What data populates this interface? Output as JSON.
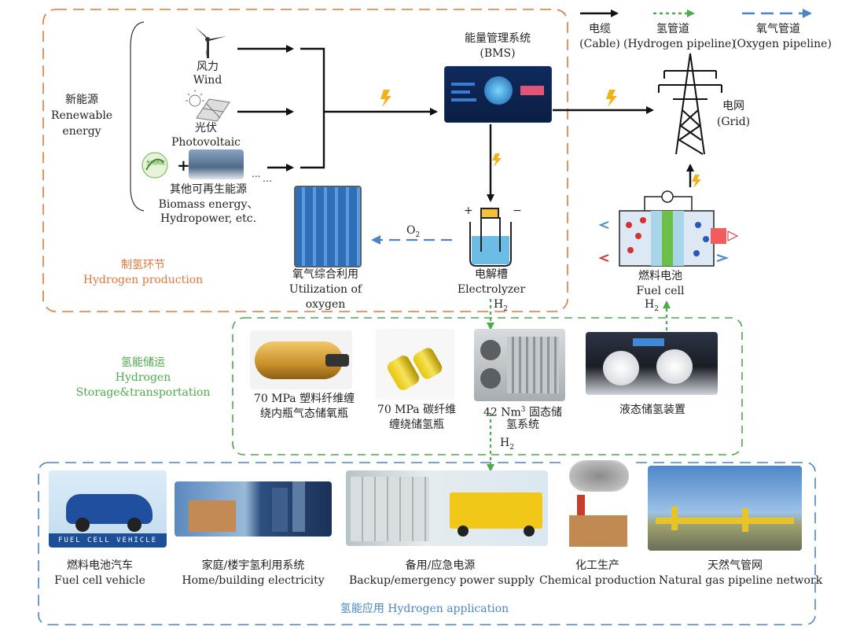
{
  "legend": {
    "cable": {
      "zh": "电缆",
      "en": "(Cable)"
    },
    "hydrogen_pipeline": {
      "zh": "氢管道",
      "en": "(Hydrogen pipeline)"
    },
    "oxygen_pipeline": {
      "zh": "氧气管道",
      "en": "(Oxygen pipeline)"
    }
  },
  "renewable": {
    "zh": "新能源",
    "en1": "Renewable",
    "en2": "energy"
  },
  "wind": {
    "zh": "风力",
    "en": "Wind"
  },
  "pv": {
    "zh": "光伏",
    "en": "Photovoltaic"
  },
  "biomass": {
    "zh": "其他可再生能源",
    "en1": "Biomass energy、",
    "en2": "Hydropower, etc.",
    "badge": "生物质能",
    "ellipsis": "…",
    "dots": "..."
  },
  "bms": {
    "zh": "能量管理系统",
    "en": "(BMS)"
  },
  "grid": {
    "zh": "电网",
    "en": "(Grid)"
  },
  "oxygen_use": {
    "zh": "氧气综合利用",
    "en1": "Utilization of",
    "en2": "oxygen"
  },
  "o2": "O",
  "o2_sub": "2",
  "electrolyzer": {
    "zh": "电解槽",
    "en": "Electrolyzer"
  },
  "fuel_cell": {
    "zh": "燃料电池",
    "en": "Fuel cell"
  },
  "h2": "H",
  "h2_sub": "2",
  "production": {
    "zh": "制氢环节",
    "en": "Hydrogen production"
  },
  "storage": {
    "zh": "氢能储运",
    "en1": "Hydrogen",
    "en2": "Storage&transportation"
  },
  "tank1": {
    "l1": "70 MPa 塑料纤维缠",
    "l2": "绕内瓶气态储氧瓶"
  },
  "tank2": {
    "l1": "70 MPa 碳纤维",
    "l2": "缠绕储氢瓶"
  },
  "solid": {
    "l1a": "42 Nm",
    "sup": "3",
    "l1b": " 固态储",
    "l2": "氢系统"
  },
  "liquid": {
    "zh": "液态储氢装置"
  },
  "apps": [
    {
      "zh": "燃料电池汽车",
      "en": "Fuel cell vehicle"
    },
    {
      "zh": "家庭/楼宇氢利用系统",
      "en": "Home/building electricity"
    },
    {
      "zh": "备用/应急电源",
      "en": "Backup/emergency power supply"
    },
    {
      "zh": "化工生产",
      "en": "Chemical production"
    },
    {
      "zh": "天然气管网",
      "en": "Natural gas pipeline network"
    }
  ],
  "fcv_banner": "FUEL CELL VEHICLE",
  "application": {
    "zh": "氢能应用",
    "en": "Hydrogen application"
  },
  "colors": {
    "production": "#e8743b",
    "storage": "#4cab4a",
    "application": "#4a86c5",
    "cable": "#111111"
  }
}
